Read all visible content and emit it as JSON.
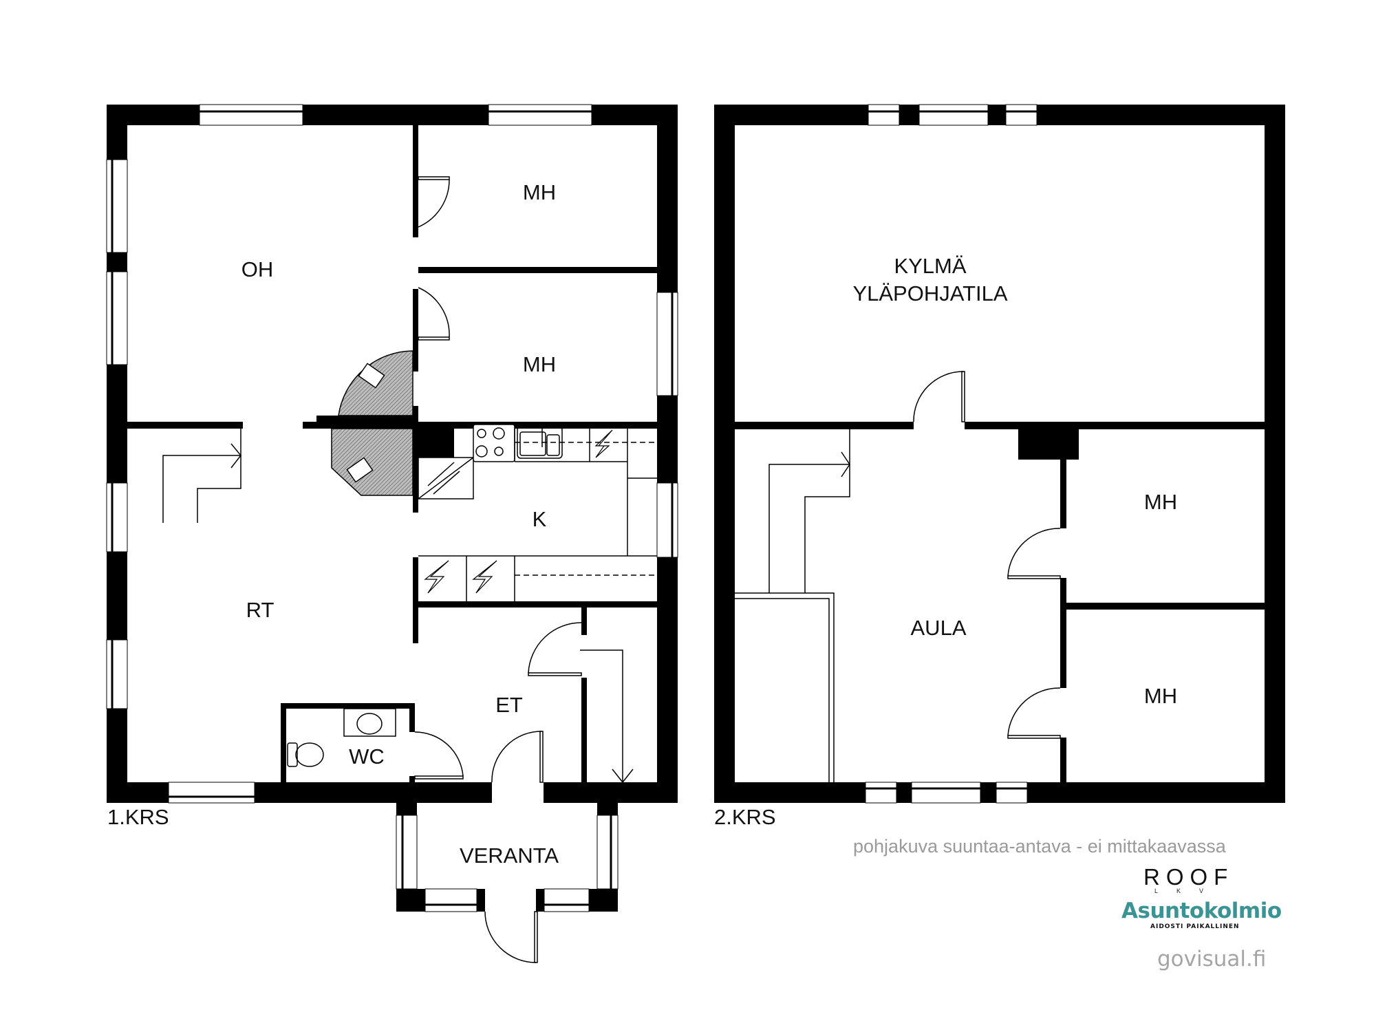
{
  "floor1": {
    "label": "1.KRS",
    "rooms": {
      "oh": "OH",
      "mh1": "MH",
      "mh2": "MH",
      "k": "K",
      "rt": "RT",
      "et": "ET",
      "wc": "WC",
      "veranta": "VERANTA"
    }
  },
  "floor2": {
    "label": "2.KRS",
    "rooms": {
      "attic_line1": "KYLMÄ",
      "attic_line2": "YLÄPOHJATILA",
      "aula": "AULA",
      "mh1": "MH",
      "mh2": "MH"
    }
  },
  "footer": {
    "disclaimer": "pohjakuva suuntaa-antava - ei mittakaavassa",
    "roof_logo": "ROOF",
    "roof_sub": "LKV",
    "brand": "Asuntokolmio",
    "tagline": "AIDOSTI PAIKALLINEN",
    "site": "govisual.fi"
  },
  "colors": {
    "wall": "#000000",
    "brand_teal": "#3a9494",
    "disclaimer_gray": "#9a9a9a",
    "fireplace_hatch": "#8a8a8a"
  }
}
